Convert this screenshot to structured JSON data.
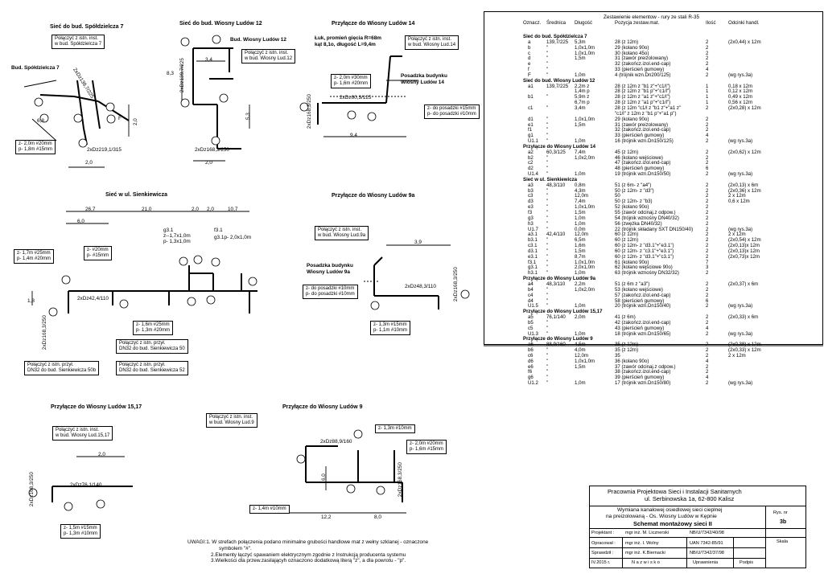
{
  "sections": {
    "spoldzielcza": {
      "title": "Sieć do bud. Spółdzielcza 7"
    },
    "wiosny12": {
      "title": "Sieć do bud. Wiosny Ludów 12"
    },
    "wiosny14": {
      "title": "Przyłącze do Wiosny Ludów 14"
    },
    "sienkiewicza": {
      "title": "Sieć w ul. Sienkiewicza"
    },
    "wiosny9a": {
      "title": "Przyłącze do Wiosny Ludów 9a"
    },
    "wiosny1517": {
      "title": "Przyłącze do Wiosny Ludów 15,17"
    },
    "wiosny9": {
      "title": "Przyłącze do Wiosny Ludów 9"
    }
  },
  "notes": {
    "n1": [
      "Połączyć z istn. inst.",
      "w bud. Spółdzielcza 7"
    ],
    "n2": [
      "Połączyć z istn. inst.",
      "w bud. Wiosny Lud.12"
    ],
    "n3": [
      "Połączyć z istn. inst.",
      "w bud. Wiosny Lud.14"
    ],
    "n4": [
      "z- 2,0m #20mm",
      "p- 1,8m #15mm"
    ],
    "n5": [
      "z- 2,0m #30mm",
      "p- 1,6m #20mm"
    ],
    "n6": [
      "z- do posadzki #15mm",
      "p- do posadzki #10mm"
    ],
    "n7": [
      "z- 1,7m #25mm",
      "p- 1,4m #20mm"
    ],
    "n8": [
      "z- #20mm",
      "p- #15mm"
    ],
    "n9": [
      "Połączyć z istn. inst.",
      "w bud. Wiosny Lud.9a"
    ],
    "n10": [
      "z- do posadzki #10mm",
      "p- do posadzki #10mm"
    ],
    "n11": [
      "z- 1,6m #25mm",
      "p- 1,3m #20mm"
    ],
    "n12": [
      "Połączyć z istn. przył.",
      "DN32 do bud. Sienkiewicza 50"
    ],
    "n13": [
      "Połączyć z istn. przył.",
      "DN32 do bud. Sienkiewicza 50b"
    ],
    "n14": [
      "Połączyć z istn. przył.",
      "DN32 do bud. Sienkiewicza 52"
    ],
    "n15": [
      "z- 1,3m #15mm",
      "p- 1,1m #10mm"
    ],
    "n16": [
      "Połączyć z istn. inst.",
      "w bud. Wiosny Lud.15,17"
    ],
    "n17": [
      "z- 1,5m #15mm",
      "p- 1,3m #10mm"
    ],
    "n18": [
      "Połączyć z istn. inst.",
      "w bud. Wiosny Lud.9"
    ],
    "n19": [
      "z- 1,3m #10mm"
    ],
    "n20": [
      "z- 2,0m #20mm",
      "p- 1,6m #15mm"
    ],
    "n21": [
      "z- 1,4m #10mm"
    ]
  },
  "labels": {
    "bud_sp": "Bud. Spółdzielcza 7",
    "bud_w12": "Bud. Wiosny Ludów 12",
    "luk": "Łuk, promień gięcia R=68m",
    "luk2": "kąt 8,1o, długość L=9,4m",
    "posadzka14a": "Posadzka budynku",
    "posadzka14b": "Wiosny Ludów 14",
    "posadzka9a_a": "Posadzka budynku",
    "posadzka9a_b": "Wiosny Ludów 9a",
    "pipe_sp": "2xDz139,7/225",
    "pipe_sp2": "2xDz219,1/315",
    "pipe_w12a": "2xDz139,7/225",
    "pipe_w12b": "2xDz168,3/250",
    "pipe_w14a": "2xDz60,3/125",
    "pipe_w14b": "2xDz168,3/250",
    "pipe_sienk_a": "2xDz42,4/110",
    "pipe_sienk_b": "2xDz168,3/250",
    "pipe_w9a_a": "2xDz48,3/110",
    "pipe_w9a_b": "2xDz168,3/250",
    "pipe_w1517a": "2xDz76,1/140",
    "pipe_w1517b": "2xDz168,3/250",
    "pipe_w9a": "2xDz88,9/160",
    "pipe_w9b": "2xDz168,3/250",
    "g3_1": "g3.1",
    "g3_1b": "z--1,7x1,0m",
    "g3_1c": "p- 1,3x1,0m",
    "f3_1": "f3.1",
    "f3_1b": "g3.1p- 2,0x1,0m"
  },
  "dims": {
    "d_sp": [
      "6,8",
      "2,0",
      "2,0",
      "F"
    ],
    "d_w12": [
      "3,4",
      "8,3",
      "5,3",
      "2,0"
    ],
    "d_w14": [
      "9,4"
    ],
    "d_sienk": [
      "26,7",
      "21,0",
      "2,0",
      "2,0",
      "10,7",
      "6,0",
      "1,8"
    ],
    "d_w9a": [
      "3,9"
    ],
    "d_w1517": [
      "2,0"
    ],
    "d_w9": [
      "12,2",
      "8,0",
      "6,0"
    ]
  },
  "table": {
    "title": "Zestawienie elementow - rury ze stali R-35",
    "headers": [
      "Oznacz.",
      "Średnica",
      "Długość",
      "Pozycja zestaw.mat.",
      "Ilość",
      "Odcinki handl."
    ],
    "rows": [
      {
        "s": "Sieć do bud. Spółdzielcza 7"
      },
      {
        "c": [
          "a",
          "139,7/225",
          "5,3m",
          "28 (z 12m)",
          "2",
          "(2x0,44) x 12m"
        ]
      },
      {
        "c": [
          "b",
          "\"",
          "1,0x1,0m",
          "29  (kolano 90o)",
          "2",
          ""
        ]
      },
      {
        "c": [
          "c",
          "\"",
          "1,0x1,0m",
          "30  (kolano 45o)",
          "2",
          ""
        ]
      },
      {
        "c": [
          "d",
          "\"",
          "1,5m",
          "31  (zawór preizolowany)",
          "2",
          ""
        ]
      },
      {
        "c": [
          "e",
          "\"",
          "",
          "32  (zakończ.izol.end-cap)",
          "2",
          ""
        ]
      },
      {
        "c": [
          "f",
          "\"",
          "",
          "33  (pierścień gumowy)",
          "4",
          ""
        ]
      },
      {
        "c": [
          "F",
          "\"",
          "1,0m",
          "4  (trójnik wzn.Dn200/125)",
          "2",
          "(wg rys.3a)"
        ]
      },
      {
        "s": "Sieć do bud. Wiosny Ludów 12"
      },
      {
        "c": [
          "a1",
          "139,7/225",
          "2,2m z",
          "28  (z 12m z \"b1 z\"+\"c1/l\")",
          "1",
          "0,18 x 12m"
        ]
      },
      {
        "c": [
          "",
          "",
          "1,4m p",
          "28  (z 12m z \"b1 p\"+\"c1/l\")",
          "1",
          "0,12 x 12m"
        ]
      },
      {
        "c": [
          "b1",
          "\"",
          "5,9m z",
          "28  (z 12m z \"a1 z\"+\"c1/l\")",
          "1",
          "0,49 x 12m"
        ]
      },
      {
        "c": [
          "",
          "",
          "6,7m p",
          "28  (z 12m z \"a1 p\"+\"c1/l\")",
          "1",
          "0,56 x 12m"
        ]
      },
      {
        "c": [
          "c1",
          "\"",
          "3,4m",
          "28  (z 12m \"c1/l z \"b1 z\"+\"a1 z\"",
          "2",
          "(2x0,28) x 12m"
        ]
      },
      {
        "c": [
          "",
          "",
          "",
          "\"c1/l\" z 12m z \"b1 p\"+\"a1 p\")",
          "",
          ""
        ]
      },
      {
        "c": [
          "d1",
          "\"",
          "1,0x1,0m",
          "29  (kolano 90o)",
          "2",
          ""
        ]
      },
      {
        "c": [
          "e1",
          "\"",
          "1,5m",
          "31  (zawór preizolowany)",
          "2",
          ""
        ]
      },
      {
        "c": [
          "f1",
          "\"",
          "",
          "32  (zakończ.izol.end-cap)",
          "2",
          ""
        ]
      },
      {
        "c": [
          "g1",
          "\"",
          "",
          "33  (pierścień gumowy)",
          "4",
          ""
        ]
      },
      {
        "c": [
          "U1.1",
          "\"",
          "1,0m",
          "16  (trójnik wzn.Dn150/125)",
          "2",
          "(wg rys.3a)"
        ]
      },
      {
        "s": "Przyłącze do Wiosny Ludów 14"
      },
      {
        "c": [
          "a2",
          "60,3/125",
          "7,4m",
          "45  (z 12m)",
          "2",
          "(2x0,62) x 12m"
        ]
      },
      {
        "c": [
          "b2",
          "\"",
          "1,0x2,0m",
          "46  (kolano wejściowe)",
          "2",
          ""
        ]
      },
      {
        "c": [
          "c2",
          "\"",
          "",
          "47  (zakończ.izol.end-cap)",
          "2",
          ""
        ]
      },
      {
        "c": [
          "d2",
          "\"",
          "",
          "48  (pierścień gumowy)",
          "6",
          ""
        ]
      },
      {
        "c": [
          "U1.4",
          "\"",
          "1,0m",
          "19  (trójnik wzn.Dn150/50)",
          "2",
          "(wg rys.3a)"
        ]
      },
      {
        "s": "Sieć w ul. Sienkiewicza"
      },
      {
        "c": [
          "a3",
          "48,3/110",
          "0,8m",
          "51 (z 6m- z \"a4\")",
          "2",
          "(2x0,13) x 6m"
        ]
      },
      {
        "c": [
          "b3",
          "\"",
          "4,3m",
          "50 (z 12m- z \"d3\")",
          "2",
          "(2x0,36) x 12m"
        ]
      },
      {
        "c": [
          "c3",
          "\"",
          "12,0m",
          "50",
          "2",
          "2 x 12m"
        ]
      },
      {
        "c": [
          "d3",
          "\"",
          "7,4m",
          "50 (z 12m- z \"b3)",
          "2",
          "0,6 x 12m"
        ]
      },
      {
        "c": [
          "e3",
          "\"",
          "1,0x1,0m",
          "52  (kolano 90o)",
          "2",
          ""
        ]
      },
      {
        "c": [
          "f3",
          "\"",
          "1,5m",
          "55  (zawór odcinaj.z odpow.)",
          "2",
          ""
        ]
      },
      {
        "c": [
          "g3",
          "\"",
          "1,0m",
          "54  (trójnik wznośny DN40/32)",
          "2",
          ""
        ]
      },
      {
        "c": [
          "h3",
          "\"",
          "1,0m",
          "56  (zwężka DN40/32)",
          "2",
          ""
        ]
      },
      {
        "c": [
          "U1.7",
          "\"",
          "0,0m",
          "22 (trójnik składany SXT DN150/40)",
          "2",
          "(wg rys.3a)"
        ]
      },
      {
        "c": [
          "a3.1",
          "42,4/110",
          "12,0m",
          "60 (z 12m)",
          "2",
          "2 x 12m"
        ]
      },
      {
        "c": [
          "b3.1",
          "\"",
          "6,5m",
          "60 (z 12m)",
          "2",
          "(2x0,54) x 12m"
        ]
      },
      {
        "c": [
          "c3.1",
          "\"",
          "1,6m",
          "60 (z 12m- z \"d3.1\"+\"e3.1\")",
          "2",
          "(2x0,13)x 12m"
        ]
      },
      {
        "c": [
          "d3.1",
          "\"",
          "1,5m",
          "60 (z 12m- z \"c3.1\"+\"e3.1\")",
          "2",
          "(2x0,13)x 12m"
        ]
      },
      {
        "c": [
          "e3.1",
          "\"",
          "8,7m",
          "60 (z 12m- z \"d3.1\"+\"c3.1\")",
          "2",
          "(2x0,73)x 12m"
        ]
      },
      {
        "c": [
          "f3.1",
          "\"",
          "1,0x1,0m",
          "61  (kolano 90o)",
          "7",
          ""
        ]
      },
      {
        "c": [
          "g3.1",
          "\"",
          "2,0x1,0m",
          "62  (kolano wejściowe 90o)",
          "3",
          ""
        ]
      },
      {
        "c": [
          "h3.1",
          "\"",
          "1,0m",
          "63  (trójnik wznośny DN32/32)",
          "2",
          ""
        ]
      },
      {
        "s": "Przyłącze do Wiosny Ludów 9a"
      },
      {
        "c": [
          "a4",
          "48,3/110",
          "2,2m",
          "51 (z 6m z \"a3\")",
          "2",
          "(2x0,37) x 6m"
        ]
      },
      {
        "c": [
          "b4",
          "\"",
          "1,0x2,0m",
          "53  (kolano wejściowe)",
          "2",
          ""
        ]
      },
      {
        "c": [
          "c4",
          "\"",
          "",
          "57  (zakończ.izol.end-cap)",
          "2",
          ""
        ]
      },
      {
        "c": [
          "d4",
          "\"",
          "",
          "58  (pierścień gumowy)",
          "6",
          ""
        ]
      },
      {
        "c": [
          "U1.5",
          "\"",
          "1,0m",
          "20  (trójnik wzn.Dn150/40)",
          "2",
          "(wg rys.3a)"
        ]
      },
      {
        "s": "Przyłącze do Wiosny Ludów 15,17"
      },
      {
        "c": [
          "a5",
          "76,1/140",
          "2,0m",
          "41  (z 6m)",
          "2",
          "(2x0,33) x 6m"
        ]
      },
      {
        "c": [
          "b5",
          "\"",
          "",
          "42  (zakończ.izol.end-cap)",
          "2",
          ""
        ]
      },
      {
        "c": [
          "c5",
          "\"",
          "",
          "43  (pierścień gumowy)",
          "4",
          ""
        ]
      },
      {
        "c": [
          "U1.3",
          "\"",
          "1,0m",
          "18  (trójnik wzn.Dn150/65)",
          "2",
          "(wg rys.3a)"
        ]
      },
      {
        "s": "Przyłącze do Wiosny Ludów 9"
      },
      {
        "c": [
          "a6",
          "88,9/160",
          "4,5m",
          "35 (z 12m)",
          "2",
          "(2x0,38) x 12m"
        ]
      },
      {
        "c": [
          "b6",
          "\"",
          "4,0m",
          "35 (z 12m)",
          "2",
          "(2x0,33) x 12m"
        ]
      },
      {
        "c": [
          "c6",
          "\"",
          "12,0m",
          "35",
          "2",
          "2 x 12m"
        ]
      },
      {
        "c": [
          "d6",
          "\"",
          "1,0x1,0m",
          "36  (kolano 90o)",
          "4",
          ""
        ]
      },
      {
        "c": [
          "e6",
          "\"",
          "1,5m",
          "37  (zawór odcinaj.z odpow.)",
          "2",
          ""
        ]
      },
      {
        "c": [
          "f6",
          "\"",
          "",
          "38  (zakończ.izol.end-cap)",
          "2",
          ""
        ]
      },
      {
        "c": [
          "g6",
          "\"",
          "",
          "39  (pierścień gumowy)",
          "4",
          ""
        ]
      },
      {
        "c": [
          "U1.2",
          "\"",
          "1,0m",
          "17  (trójnik wzn.Dn150/80)",
          "2",
          "(wg rys.3a)"
        ]
      }
    ]
  },
  "footnotes": {
    "l1": "UWAGI:1. W strefach połączenia podano minimalne grubości handlowe mat z wełny szklanej - oznaczone",
    "l1b": "symbolem \"#\".",
    "l2": "2.Elementy łączyć spawaniem elektrycznym zgodnie z Instrukcją producenta systemu",
    "l3": "3.Wielkości dla przew.zasilającyh oznaczono dodatkową literą \"z\", a dla powrotu - \"p\"."
  },
  "titleblock": {
    "firm1": "Pracownia Projektowa Sieci i Instalacji Sanitarnych",
    "firm2": "ul. Serbinowska 1a, 62-800 Kalisz",
    "proj1": "Wymiana kanałowej osiedlowej sieci cieplnej",
    "proj2": "na preizolowaną - Os. Wiosny Ludów w Kępnie",
    "sheet_title": "Schemat montażowy sieci II",
    "rys_label": "Rys. nr",
    "rys_no": "3b",
    "skala": "Skala",
    "people": [
      {
        "role": "Projektant :",
        "name": "mgr inż. M. Licznerski",
        "lic": "NB/U/7342/40/98"
      },
      {
        "role": "Opracował :",
        "name": "mgr inż. I. Wolny",
        "lic": "UAN 7342-85/91"
      },
      {
        "role": "Sprawdził :",
        "name": "mgr inż. K.Biernacki",
        "lic": "NB/U/7342/37/98"
      }
    ],
    "date": "IV.2015 r.",
    "nazwisko": "N a z w i s k o",
    "uprawnienia": "Uprawnienia",
    "podpis": "Podpis"
  }
}
